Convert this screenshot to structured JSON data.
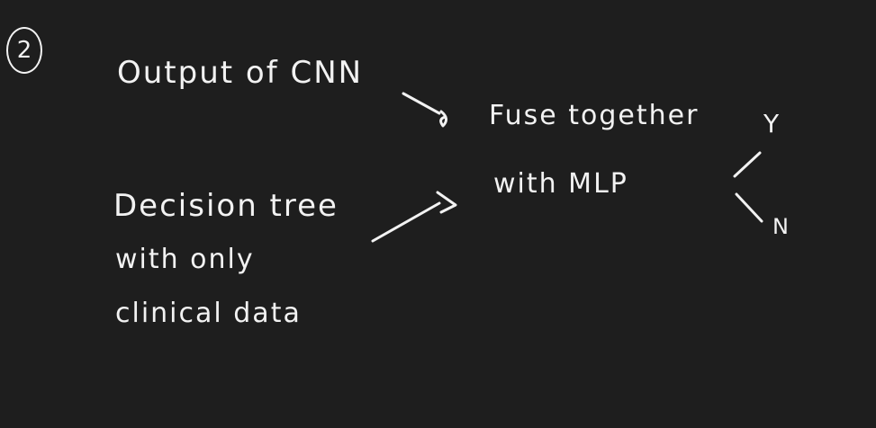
{
  "step_number": "2",
  "notes": {
    "cnn_output": "Output of CNN",
    "fuse_line1": "Fuse together",
    "fuse_line2": "with MLP",
    "tree_line1": "Decision tree",
    "tree_line2": "with only",
    "tree_line3": "clinical data",
    "outcome_yes": "Y",
    "outcome_no": "N"
  },
  "ink_color": "#f2f2f2",
  "background_color": "#1e1e1e"
}
